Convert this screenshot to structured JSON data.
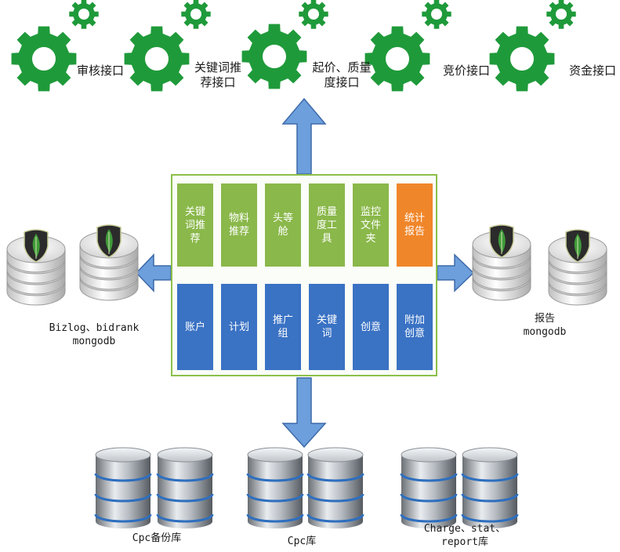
{
  "interfaces": [
    {
      "id": "audit",
      "label_lines": [
        "审核接口"
      ]
    },
    {
      "id": "keyword",
      "label_lines": [
        "关键词推",
        "荐接口"
      ]
    },
    {
      "id": "bid-quality",
      "label_lines": [
        "起价、质量",
        "度接口"
      ]
    },
    {
      "id": "bidding",
      "label_lines": [
        "竞价接口"
      ]
    },
    {
      "id": "funds",
      "label_lines": [
        "资金接口"
      ]
    }
  ],
  "top_modules": [
    {
      "label": "关键词推荐",
      "color": "#8ab84a"
    },
    {
      "label": "物料推荐",
      "color": "#8ab84a"
    },
    {
      "label": "头等舱",
      "color": "#8ab84a"
    },
    {
      "label": "质量度工具",
      "color": "#8ab84a"
    },
    {
      "label": "监控文件夹",
      "color": "#8ab84a"
    },
    {
      "label": "统计报告",
      "color": "#f0862a"
    }
  ],
  "bottom_modules": [
    {
      "label": "账户",
      "color": "#3a72c4"
    },
    {
      "label": "计划",
      "color": "#3a72c4"
    },
    {
      "label": "推广组",
      "color": "#3a72c4"
    },
    {
      "label": "关键词",
      "color": "#3a72c4"
    },
    {
      "label": "创意",
      "color": "#3a72c4"
    },
    {
      "label": "附加创意",
      "color": "#3a72c4"
    }
  ],
  "left_store": {
    "line1": "Bizlog、bidrank",
    "line2": "mongodb"
  },
  "right_store": {
    "line1": "报告",
    "line2": "mongodb"
  },
  "databases": [
    {
      "id": "backup",
      "label_lines": [
        "Cpc备份库"
      ]
    },
    {
      "id": "cpc",
      "label_lines": [
        "Cpc库"
      ]
    },
    {
      "id": "charge",
      "label_lines": [
        "Charge、stat、",
        "report库"
      ]
    }
  ],
  "colors": {
    "gear": "#1f9a3a",
    "arrow_fill": "#6d9fdc",
    "arrow_stroke": "#3d6aa8",
    "panel_border": "#8cc04a",
    "leaf": "#3f9a3a",
    "shield": "#2b2b2b"
  }
}
